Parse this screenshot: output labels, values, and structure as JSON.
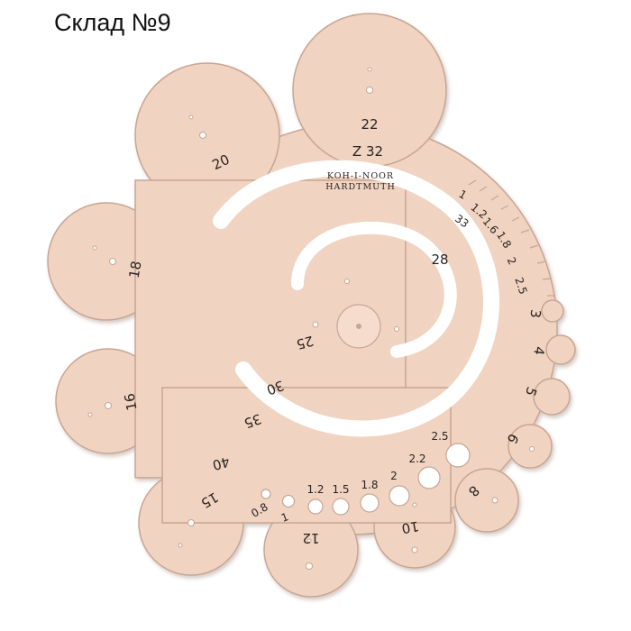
{
  "caption": "Склад №9",
  "brand": {
    "line1": "KOH-I-NOOR",
    "line2": "HARDTMUTH"
  },
  "colors": {
    "plastic": "#f0d3c1",
    "edge": "#c8a593",
    "hole": "#ffffff",
    "ink": "#2a2320"
  },
  "circle_labels": [
    "22",
    "20",
    "18",
    "16",
    "15",
    "12",
    "10",
    "8",
    "6",
    "5",
    "4",
    "3"
  ],
  "arc_labels": [
    "Z 32",
    "28",
    "30",
    "25",
    "35",
    "40"
  ],
  "outer_scale": [
    "1",
    "1.2",
    "1.6",
    "1.8",
    "2",
    "2.5"
  ],
  "outer_scale_prefix": "33",
  "small_holes": [
    "0.8",
    "1",
    "1.2",
    "1.5",
    "1.8",
    "2",
    "2.2",
    "2.5"
  ]
}
